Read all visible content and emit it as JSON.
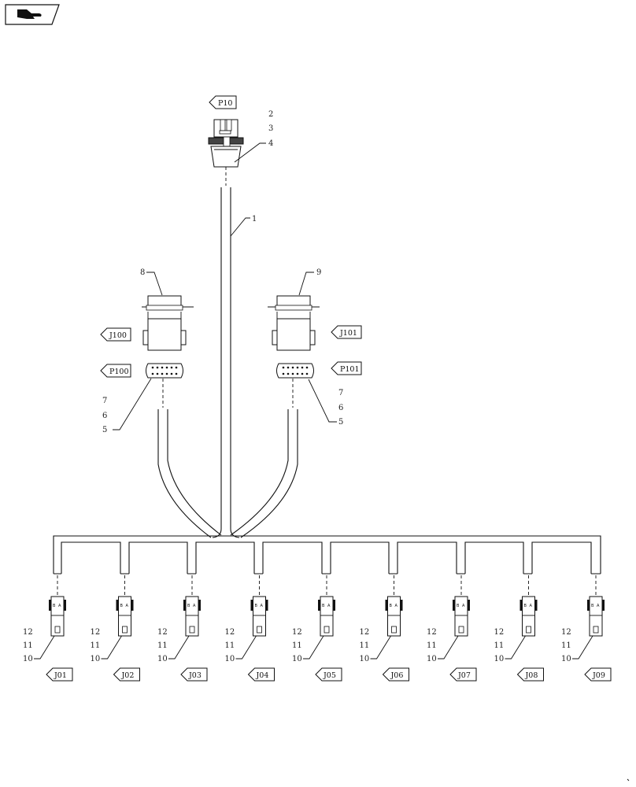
{
  "toolbar": {
    "nav_icon": "hand-pointer-icon"
  },
  "harness": {
    "main_connector": {
      "tag": "P10",
      "items": [
        "2",
        "3",
        "4"
      ]
    },
    "trunk_item": "1",
    "left_branch": {
      "cap_item": "8",
      "jack_tag": "J100",
      "plug_tag": "P100",
      "items": [
        "7",
        "6",
        "5"
      ]
    },
    "right_branch": {
      "cap_item": "9",
      "jack_tag": "J101",
      "plug_tag": "P101",
      "items": [
        "7",
        "6",
        "5"
      ]
    },
    "drops": [
      {
        "tag": "J01",
        "items": [
          "12",
          "11",
          "10"
        ]
      },
      {
        "tag": "J02",
        "items": [
          "12",
          "11",
          "10"
        ]
      },
      {
        "tag": "J03",
        "items": [
          "12",
          "11",
          "10"
        ]
      },
      {
        "tag": "J04",
        "items": [
          "12",
          "11",
          "10"
        ]
      },
      {
        "tag": "J05",
        "items": [
          "12",
          "11",
          "10"
        ]
      },
      {
        "tag": "J06",
        "items": [
          "12",
          "11",
          "10"
        ]
      },
      {
        "tag": "J07",
        "items": [
          "12",
          "11",
          "10"
        ]
      },
      {
        "tag": "J08",
        "items": [
          "12",
          "11",
          "10"
        ]
      },
      {
        "tag": "J09",
        "items": [
          "12",
          "11",
          "10"
        ]
      }
    ]
  }
}
